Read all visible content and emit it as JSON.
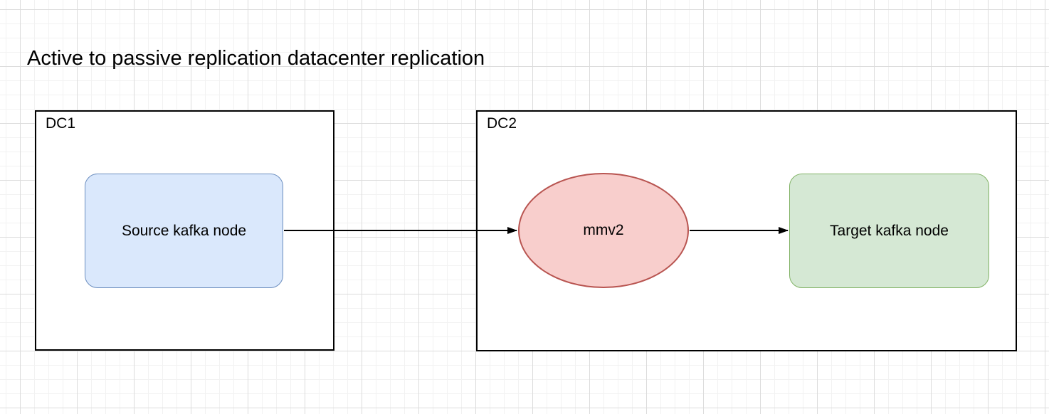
{
  "diagram": {
    "title": "Active to passive replication datacenter replication",
    "containers": [
      {
        "id": "dc1",
        "label": "DC1"
      },
      {
        "id": "dc2",
        "label": "DC2"
      }
    ],
    "nodes": [
      {
        "id": "source-kafka",
        "label": "Source kafka node",
        "shape": "rounded-rectangle",
        "container": "dc1",
        "fill": "#dae8fc",
        "stroke": "#6c8ebf"
      },
      {
        "id": "mmv2",
        "label": "mmv2",
        "shape": "ellipse",
        "container": "dc2",
        "fill": "#f8cecc",
        "stroke": "#b85450"
      },
      {
        "id": "target-kafka",
        "label": "Target kafka node",
        "shape": "rounded-rectangle",
        "container": "dc2",
        "fill": "#d5e8d4",
        "stroke": "#82b366"
      }
    ],
    "edges": [
      {
        "from": "source-kafka",
        "to": "mmv2",
        "style": "solid-arrow",
        "color": "#000000"
      },
      {
        "from": "mmv2",
        "to": "target-kafka",
        "style": "solid-arrow",
        "color": "#000000"
      }
    ],
    "colors": {
      "background": "#ffffff",
      "grid_minor": "#f2f2f2",
      "grid_major": "#dcdcdc",
      "container_border": "#000000",
      "text": "#000000",
      "edge": "#000000"
    }
  }
}
